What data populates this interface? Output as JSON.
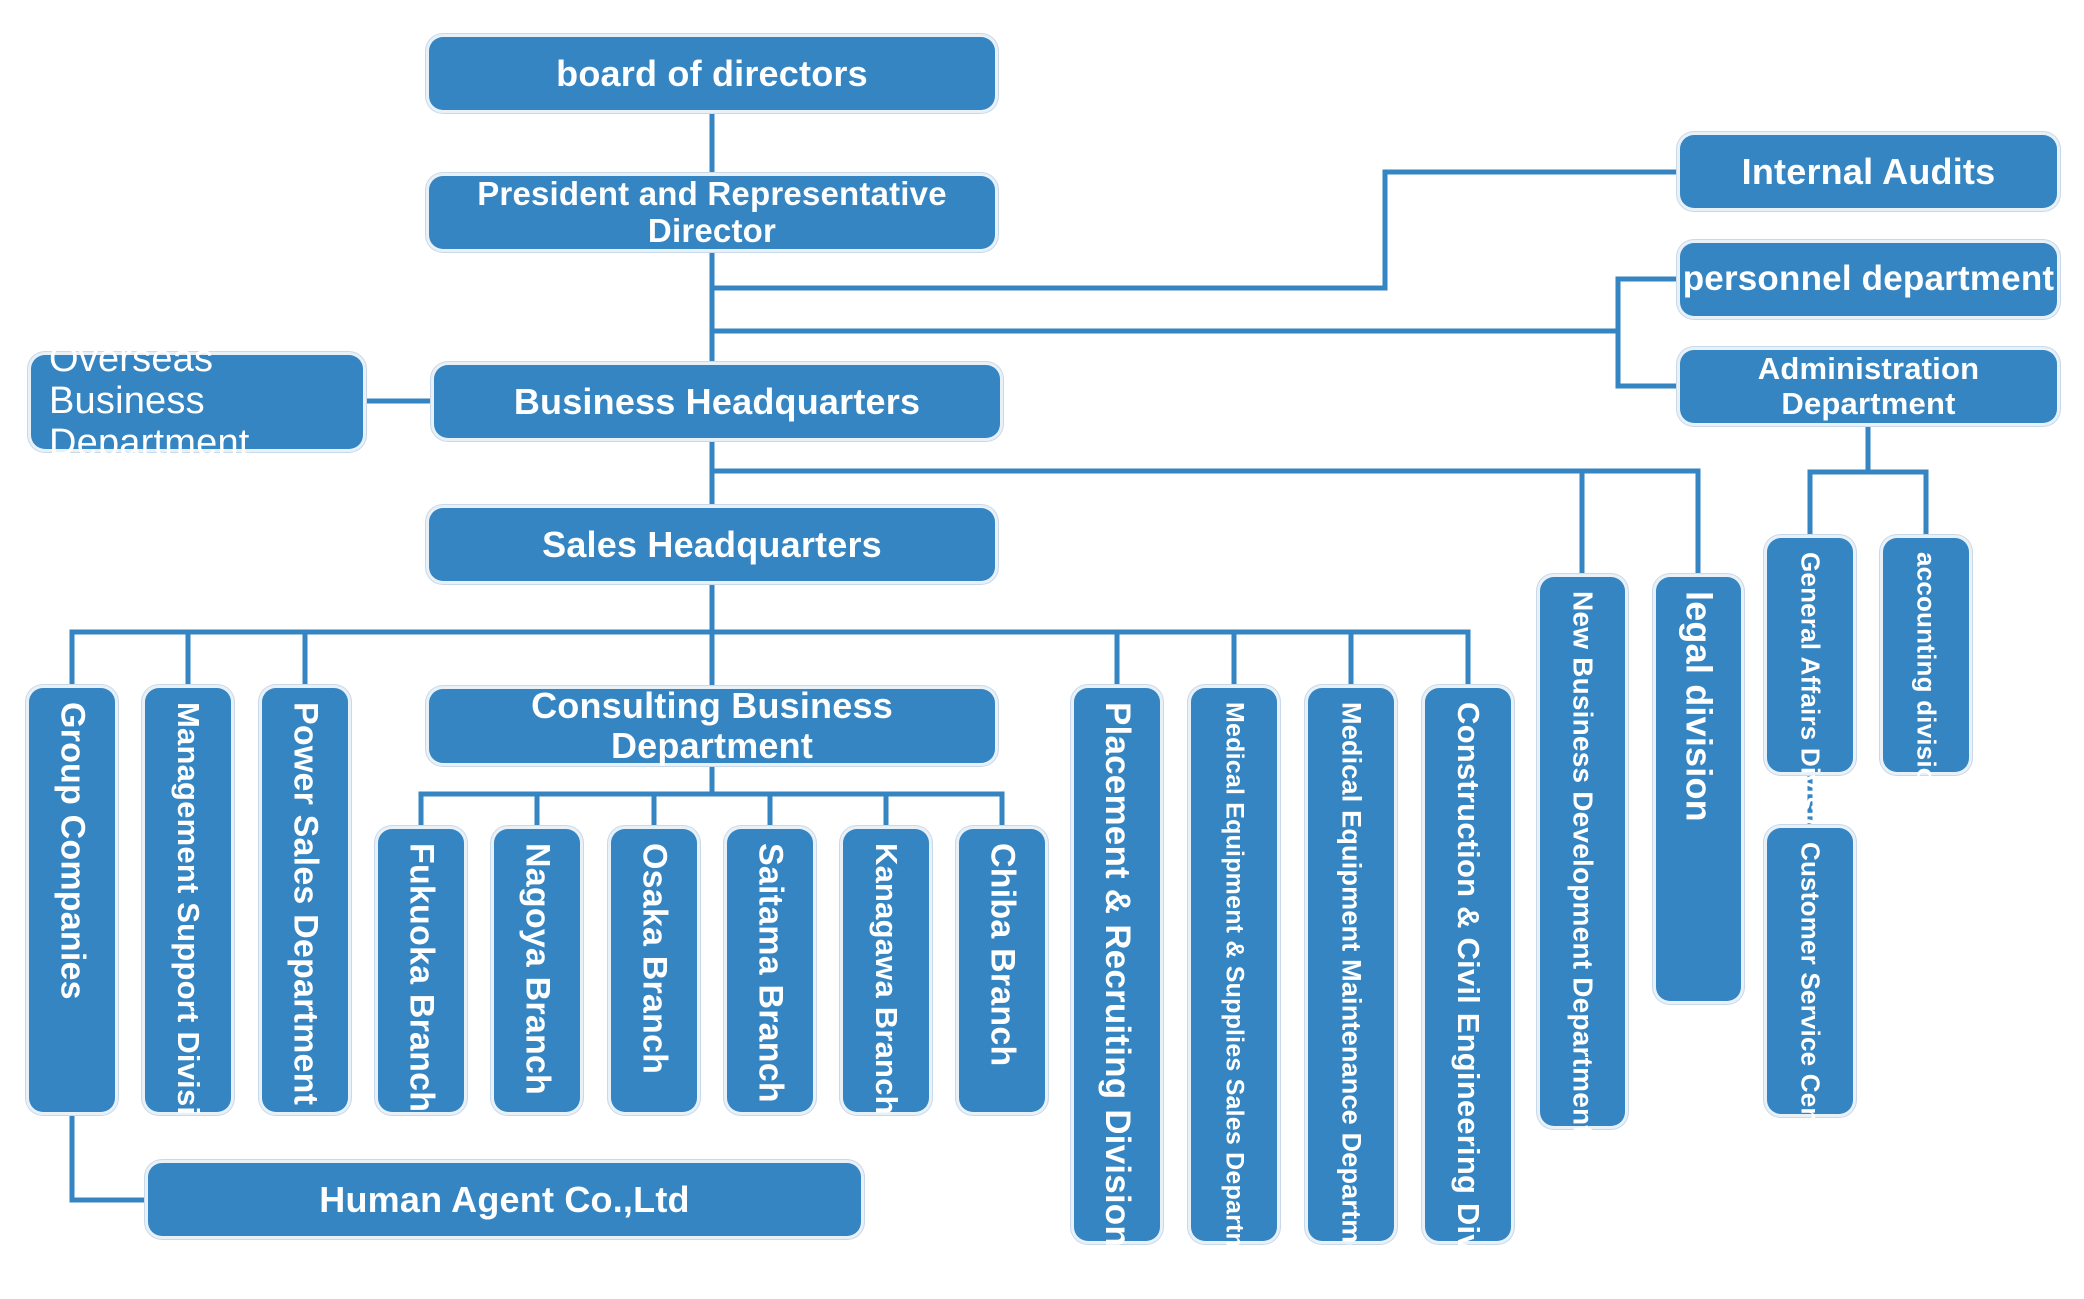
{
  "org_chart": {
    "board": "board of directors",
    "president": "President and Representative Director",
    "internal_audits": "Internal Audits",
    "personnel": "personnel department",
    "administration": "Administration Department",
    "overseas": "Overseas Business Department",
    "business_hq": "Business Headquarters",
    "sales_hq": "Sales Headquarters",
    "new_business": "New Business Development Department",
    "legal": "legal division",
    "general_affairs": "General Affairs Division",
    "accounting": "accounting division",
    "customer_service": "Customer Service Center",
    "group_companies": "Group Companies",
    "management_support": "Management Support Division",
    "power_sales": "Power Sales Department",
    "consulting": "Consulting Business Department",
    "branches": {
      "fukuoka": "Fukuoka Branch",
      "nagoya": "Nagoya Branch",
      "osaka": "Osaka Branch",
      "saitama": "Saitama Branch",
      "kanagawa": "Kanagawa Branch",
      "chiba": "Chiba Branch"
    },
    "placement": "Placement & Recruiting Division",
    "medical_supplies": "Medical Equipment & Supplies Sales Department",
    "medical_maintenance": "Medical Equipment Maintenance Department",
    "construction": "Construction & Civil Engineering Division",
    "human_agent": "Human Agent Co.,Ltd"
  },
  "colors": {
    "box_fill": "#3585c2",
    "line": "#3585c2",
    "text": "#ffffff"
  }
}
